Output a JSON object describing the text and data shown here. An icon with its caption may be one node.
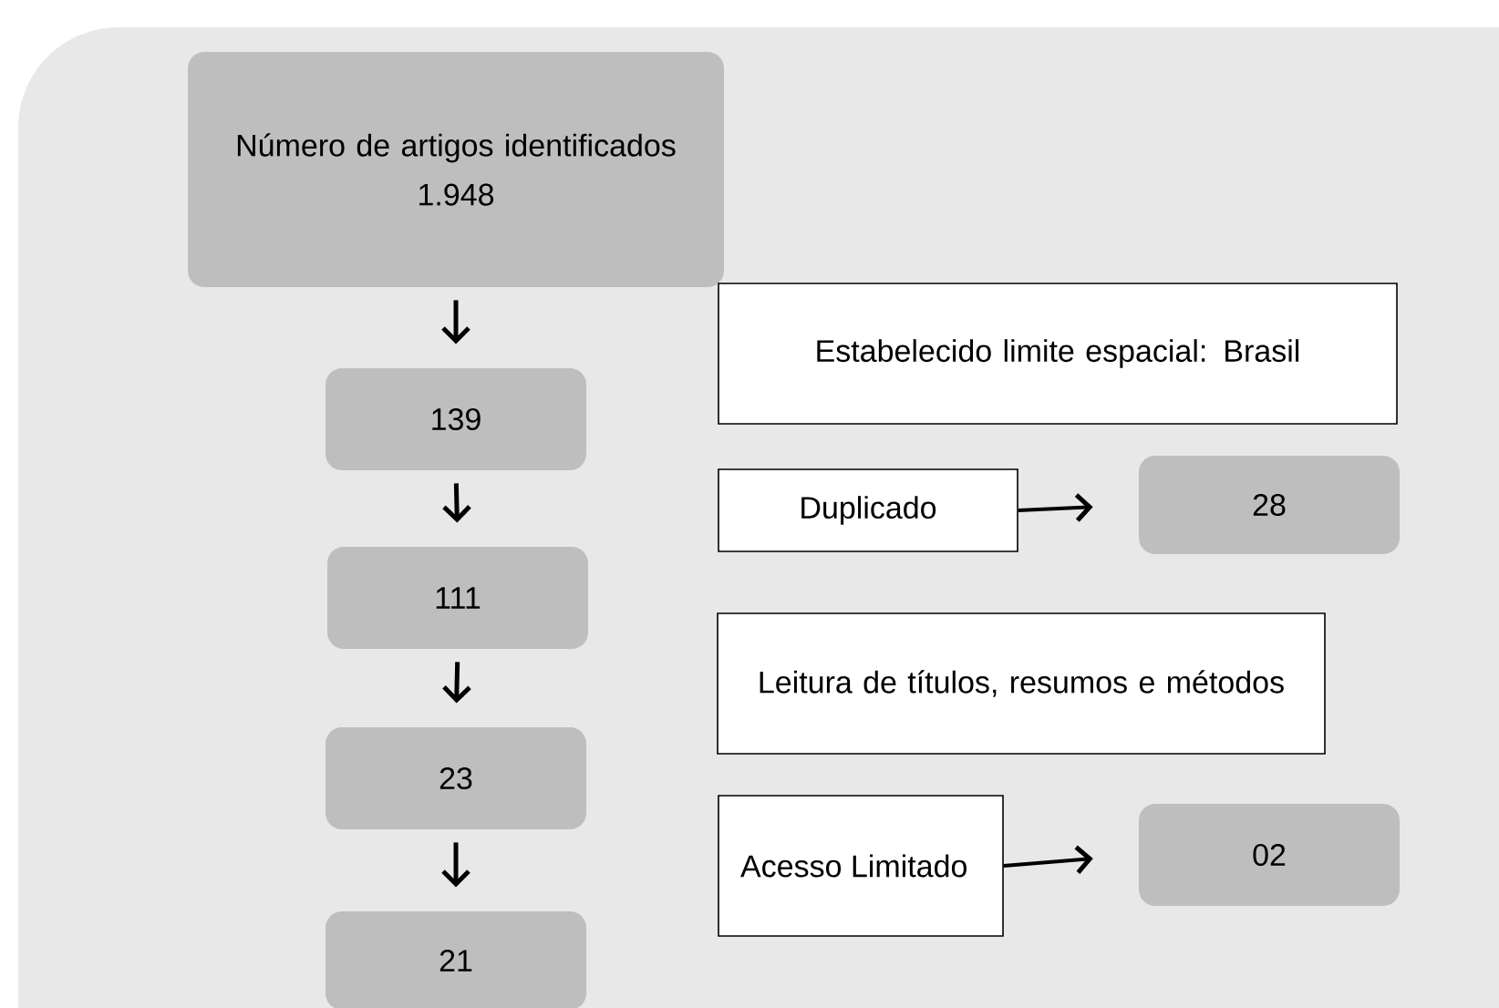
{
  "diagram": {
    "nodes": [
      {
        "text": [
          "Número de artigos identificados",
          "1.948"
        ]
      },
      {
        "text": [
          "Estabelecido limite espacial: Brasil"
        ]
      },
      {
        "text": [
          "139"
        ]
      },
      {
        "text": [
          "Duplicado"
        ]
      },
      {
        "text": [
          "28"
        ]
      },
      {
        "text": [
          "111"
        ]
      },
      {
        "text": [
          "Leitura de títulos, resumos e métodos"
        ]
      },
      {
        "text": [
          "23"
        ]
      },
      {
        "text": [
          "Acesso Limitado"
        ]
      },
      {
        "text": [
          "02"
        ]
      },
      {
        "text": [
          "21"
        ]
      }
    ],
    "edges": [
      {
        "from": 0,
        "to": 2,
        "arrow": "to"
      },
      {
        "from": 2,
        "to": 5,
        "arrow": "to"
      },
      {
        "from": 5,
        "to": 7,
        "arrow": "to"
      },
      {
        "from": 7,
        "to": 10,
        "arrow": "to"
      },
      {
        "from": 3,
        "to": 4,
        "arrow": "to"
      },
      {
        "from": 8,
        "to": 9,
        "arrow": "to"
      }
    ]
  }
}
